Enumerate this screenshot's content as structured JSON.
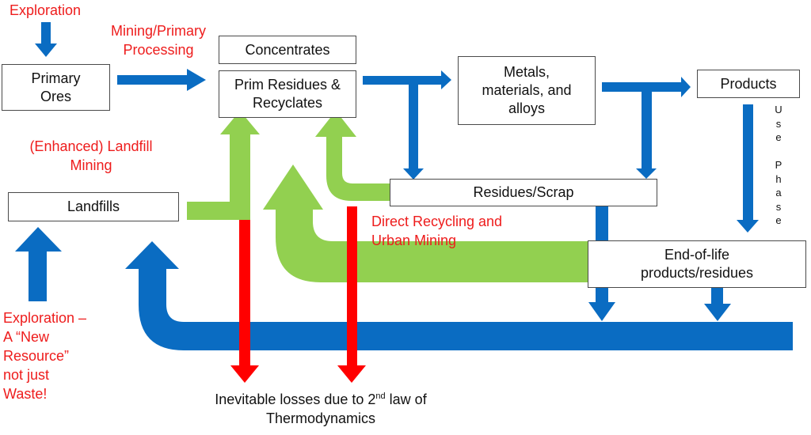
{
  "colors": {
    "flow_blue": "#0a6cc2",
    "recycle_green": "#92d050",
    "loss_red": "#ff0000",
    "label_red": "#ee1c1c",
    "box_border": "#4a4a4a"
  },
  "boxes": {
    "primary_ores": "Primary\nOres",
    "concentrates": "Concentrates",
    "prim_residues": "Prim Residues &\nRecyclates",
    "metals": "Metals,\nmaterials, and\nalloys",
    "products": "Products",
    "landfills": "Landfills",
    "residues_scrap": "Residues/Scrap",
    "end_of_life": "End-of-life\nproducts/residues"
  },
  "labels": {
    "exploration": "Exploration",
    "mining_primary": "Mining/Primary\nProcessing",
    "landfill_mining": "(Enhanced) Landfill\nMining",
    "direct_recycling": "Direct Recycling and\nUrban Mining",
    "exploration_new_resource": "Exploration –\nA “New\nResource”\nnot just\nWaste!",
    "losses_prefix": "Inevitable losses due to 2",
    "losses_sup": "nd",
    "losses_suffix": " law of",
    "losses_line2": "Thermodynamics",
    "use_phase": [
      "U",
      "s",
      "e",
      "",
      "P",
      "h",
      "a",
      "s",
      "e"
    ]
  }
}
